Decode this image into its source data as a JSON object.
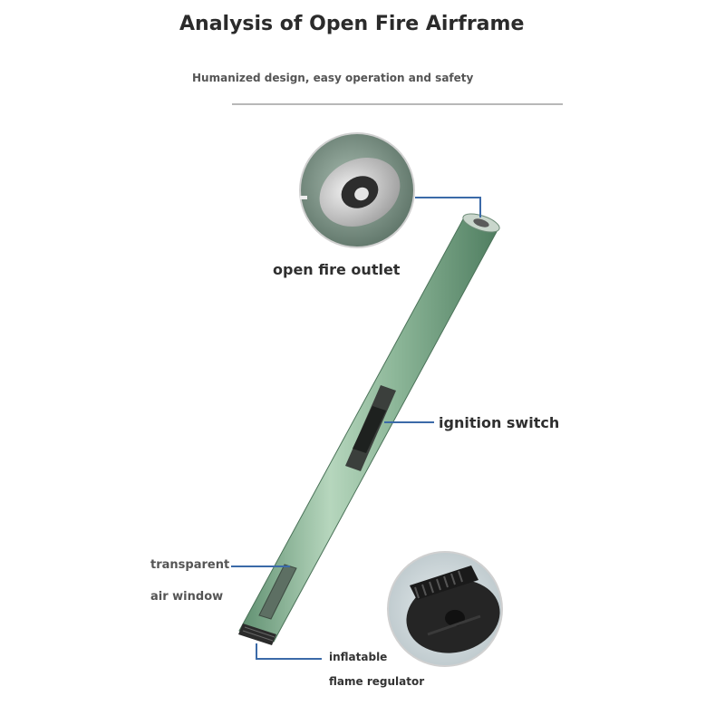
{
  "title": "Analysis of Open Fire Airframe",
  "subtitle": "Humanized design, easy operation and safety",
  "labels": {
    "open_fire_outlet": "open fire outlet",
    "ignition_switch": "ignition switch",
    "transparent_air_window_line1": "transparent",
    "transparent_air_window_line2": "air window",
    "inflatable_flame_regulator_line1": "inflatable",
    "inflatable_flame_regulator_line2": "flame regulator"
  },
  "colors": {
    "lighter_body": "#8fb89b",
    "callout_line": "#3b6aa8",
    "divider": "#b8b8b8"
  }
}
